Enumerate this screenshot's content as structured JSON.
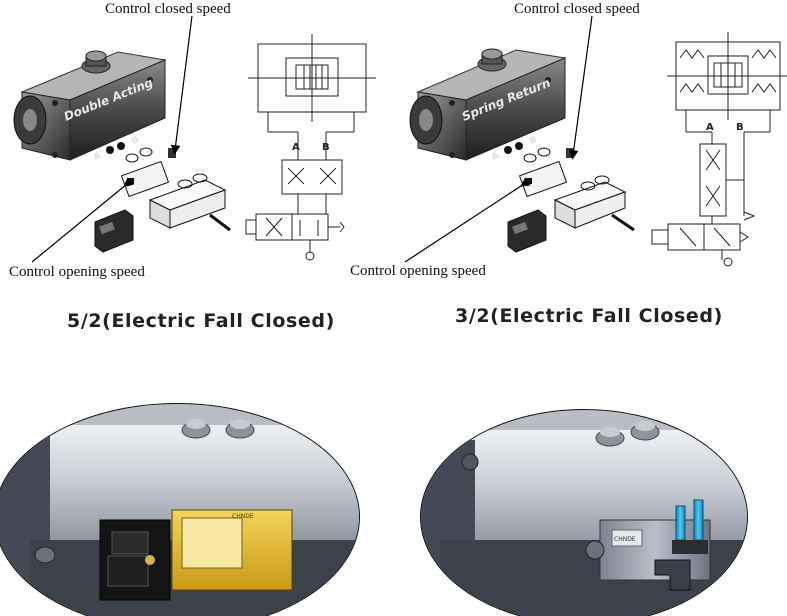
{
  "labels": {
    "left_closed": "Control closed speed",
    "left_opening": "Control opening speed",
    "right_closed": "Control closed speed",
    "right_opening": "Control opening speed"
  },
  "captions": {
    "left": "5/2(Electric  Fall Closed)",
    "right": "3/2(Electric  Fall Closed)"
  },
  "actuators": {
    "left_text": "Double Acting",
    "right_text": "Spring Return",
    "port_a": "A",
    "port_b": "B"
  },
  "schematic": {
    "port_a": "A",
    "port_b": "B"
  },
  "photo": {
    "valve_brand": "CHNDE"
  }
}
